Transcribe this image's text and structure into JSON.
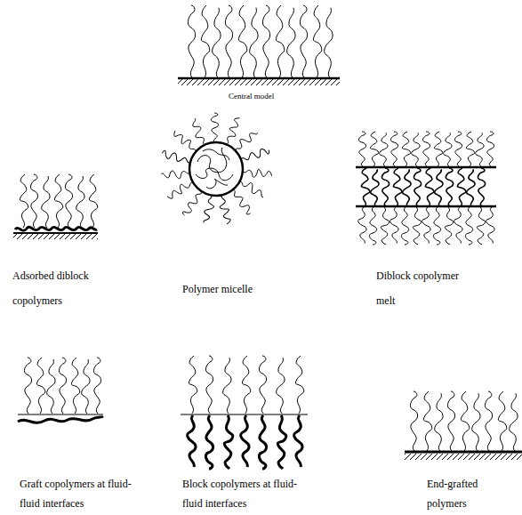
{
  "diagram": {
    "labels": [
      "Central model",
      "Adsorbed diblock copolymers",
      "Polymer micelle",
      "Diblock copolymer melt",
      "Graft copolymers at fluid-fluid interfaces",
      "Block copolymers at fluid-fluid interfaces",
      "End-grafted polymers"
    ]
  }
}
